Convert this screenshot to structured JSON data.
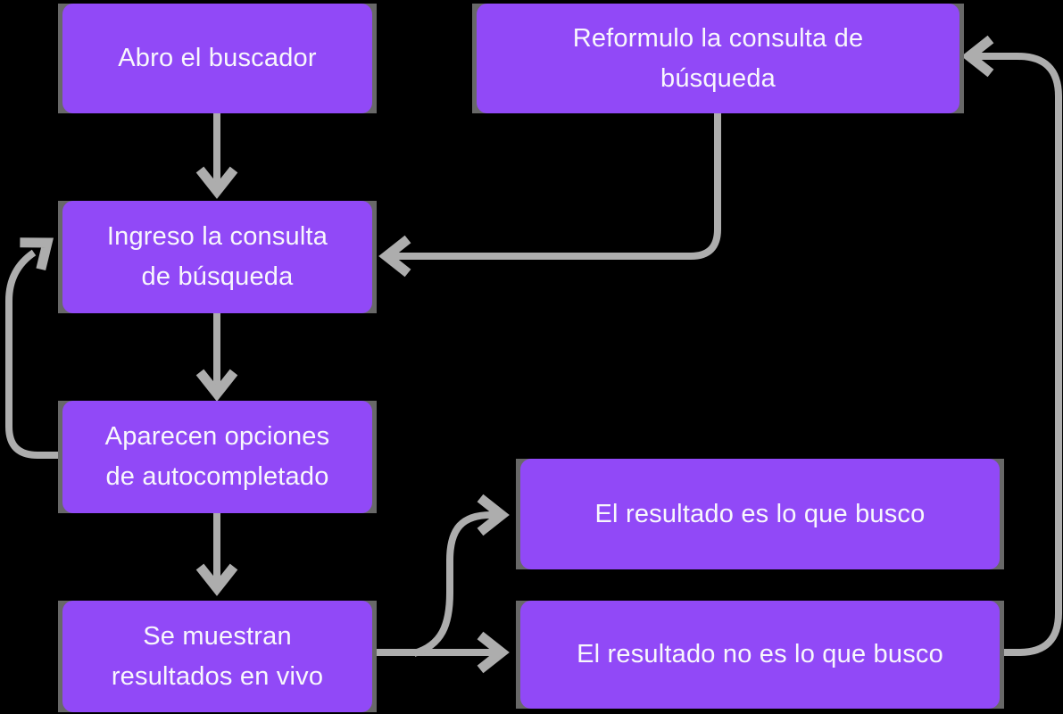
{
  "colors": {
    "background": "#000000",
    "node_fill": "#9149F7",
    "node_edge": "#686868",
    "connector": "#ADADAD",
    "text": "#F8F7FC"
  },
  "nodes": {
    "abro": {
      "label": "Abro el buscador",
      "lines": [
        "Abro el buscador"
      ]
    },
    "reformulo": {
      "label": "Reformulo la consulta de búsqueda",
      "lines": [
        "Reformulo la consulta de",
        "búsqueda"
      ]
    },
    "ingreso": {
      "label": "Ingreso la consulta de búsqueda",
      "lines": [
        "Ingreso la consulta",
        "de búsqueda"
      ]
    },
    "autocompletado": {
      "label": "Aparecen opciones de autocompletado",
      "lines": [
        "Aparecen opciones",
        "de autocompletado"
      ]
    },
    "vivo": {
      "label": "Se muestran resultados en vivo",
      "lines": [
        "Se muestran",
        "resultados en vivo"
      ]
    },
    "busco": {
      "label": "El resultado es lo que busco",
      "lines": [
        "El resultado es lo que busco"
      ]
    },
    "nobusco": {
      "label": "El resultado no es lo que busco",
      "lines": [
        "El resultado no es lo que busco"
      ]
    }
  },
  "connectors": [
    {
      "from": "abro",
      "to": "ingreso"
    },
    {
      "from": "reformulo",
      "to": "ingreso"
    },
    {
      "from": "ingreso",
      "to": "autocompletado"
    },
    {
      "from": "autocompletado",
      "to": "ingreso"
    },
    {
      "from": "autocompletado",
      "to": "vivo"
    },
    {
      "from": "vivo",
      "to": "busco"
    },
    {
      "from": "vivo",
      "to": "nobusco"
    },
    {
      "from": "nobusco",
      "to": "reformulo"
    }
  ]
}
